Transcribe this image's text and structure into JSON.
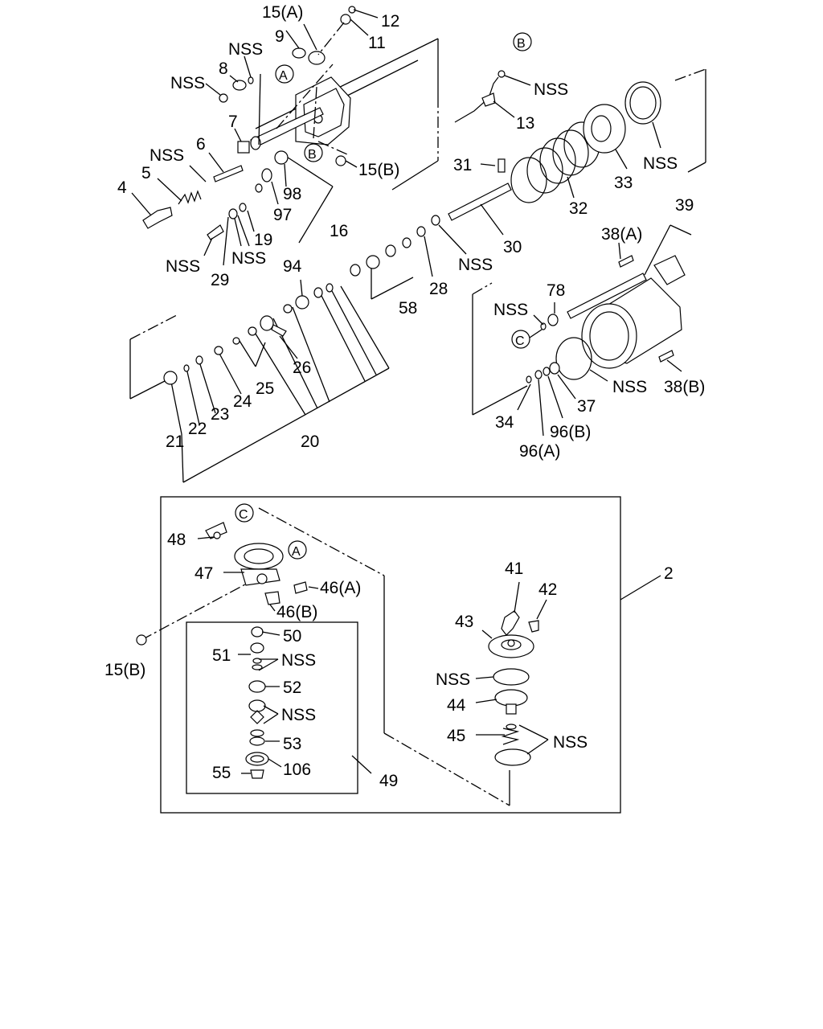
{
  "callouts": {
    "A": "A",
    "B": "B",
    "C": "C"
  },
  "labels": {
    "p15a": "15(A)",
    "p12": "12",
    "p11": "11",
    "p9": "9",
    "nss_top": "NSS",
    "p8": "8",
    "nss_8": "NSS",
    "p7": "7",
    "p6": "6",
    "nss_5": "NSS",
    "p5": "5",
    "p4": "4",
    "p15b_top": "15(B)",
    "p98": "98",
    "p97": "97",
    "p16": "16",
    "p19": "19",
    "nss_29": "NSS",
    "p29": "29",
    "nss_19": "NSS",
    "nss_13": "NSS",
    "p13": "13",
    "p31": "31",
    "p32": "32",
    "p33": "33",
    "nss_33": "NSS",
    "p30": "30",
    "nss_30": "NSS",
    "p28": "28",
    "p58": "58",
    "p94": "94",
    "p26": "26",
    "p25": "25",
    "p24": "24",
    "p23": "23",
    "p22": "22",
    "p21": "21",
    "p20": "20",
    "p39": "39",
    "p38a": "38(A)",
    "p78": "78",
    "nss_78": "NSS",
    "nss_37": "NSS",
    "p38b": "38(B)",
    "p37": "37",
    "p96b": "96(B)",
    "p34": "34",
    "p96a": "96(A)",
    "p48": "48",
    "p47": "47",
    "p46a": "46(A)",
    "p46b": "46(B)",
    "p50": "50",
    "p51": "51",
    "nss_51": "NSS",
    "p52": "52",
    "nss_52": "NSS",
    "p53": "53",
    "p55": "55",
    "p106": "106",
    "p49": "49",
    "p15b_low": "15(B)",
    "p41": "41",
    "p42": "42",
    "p43": "43",
    "nss_44": "NSS",
    "p44": "44",
    "p45": "45",
    "nss_45": "NSS",
    "p2": "2"
  }
}
